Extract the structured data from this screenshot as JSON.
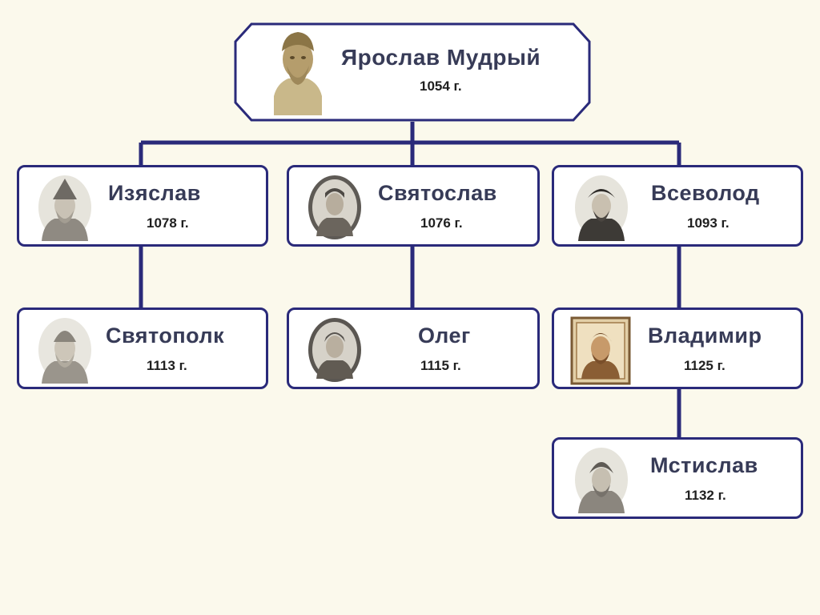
{
  "root": {
    "name": "Ярослав Мудрый",
    "year": "1054 г.",
    "portrait": "bust-portrait"
  },
  "sons": [
    {
      "name": "Изяслав",
      "year": "1078 г.",
      "portrait": "engraved-portrait-helmet"
    },
    {
      "name": "Святослав",
      "year": "1076 г.",
      "portrait": "oval-medallion-portrait"
    },
    {
      "name": "Всеволод",
      "year": "1093 г.",
      "portrait": "engraved-portrait-fur-hat"
    }
  ],
  "grandsons": [
    {
      "name": "Святополк",
      "year": "1113 г.",
      "portrait": "engraved-portrait-helmet"
    },
    {
      "name": "Олег",
      "year": "1115 г.",
      "portrait": "oval-medallion-portrait"
    },
    {
      "name": "Владимир",
      "year": "1125 г.",
      "portrait": "icon-portrait-framed"
    }
  ],
  "great_grandson": {
    "name": "Мстислав",
    "year": "1132 г.",
    "portrait": "engraved-portrait-crown"
  },
  "colors": {
    "line": "#2a2a7a",
    "box": "#ffffff",
    "background": "#fbf9ec",
    "name_text": "#373b57"
  }
}
